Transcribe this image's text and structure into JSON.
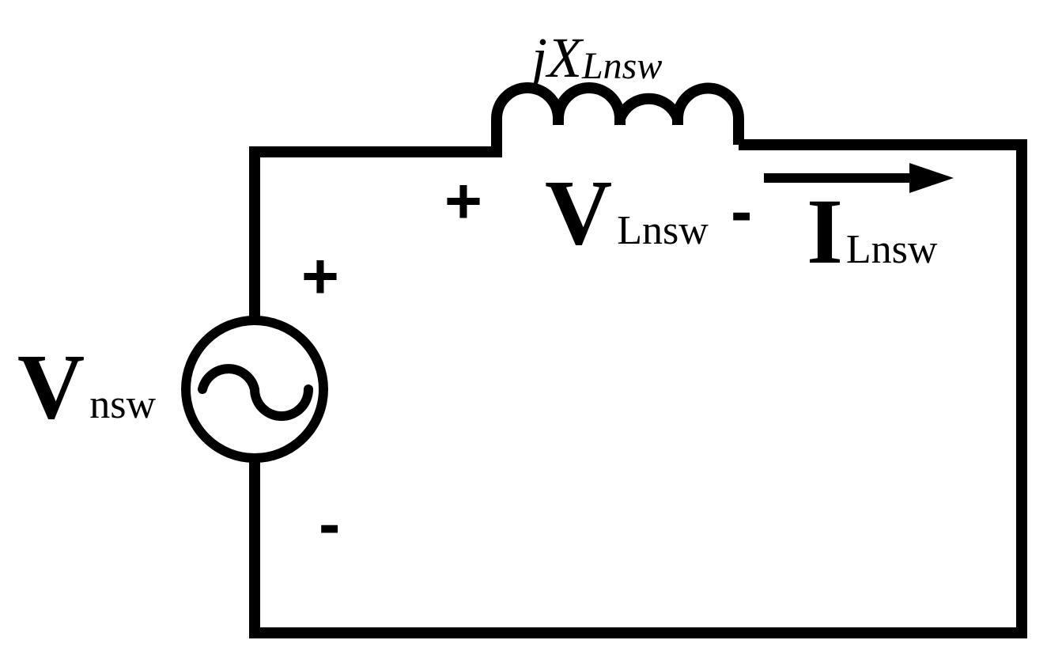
{
  "labels": {
    "source_main": "V",
    "source_sub": "nsw",
    "inductor_drop_main": "V",
    "inductor_drop_sub": "Lnsw",
    "current_main": "I",
    "current_sub": "Lnsw",
    "reactance_main": "jX",
    "reactance_sub": "Lnsw"
  },
  "polarity": {
    "source_plus": "+",
    "source_minus": "-",
    "inductor_plus": "+",
    "inductor_minus": "-"
  },
  "components": {
    "source": "ac-voltage-source-icon",
    "inductor": "inductor-icon",
    "current_arrow": "current-arrow-icon"
  }
}
